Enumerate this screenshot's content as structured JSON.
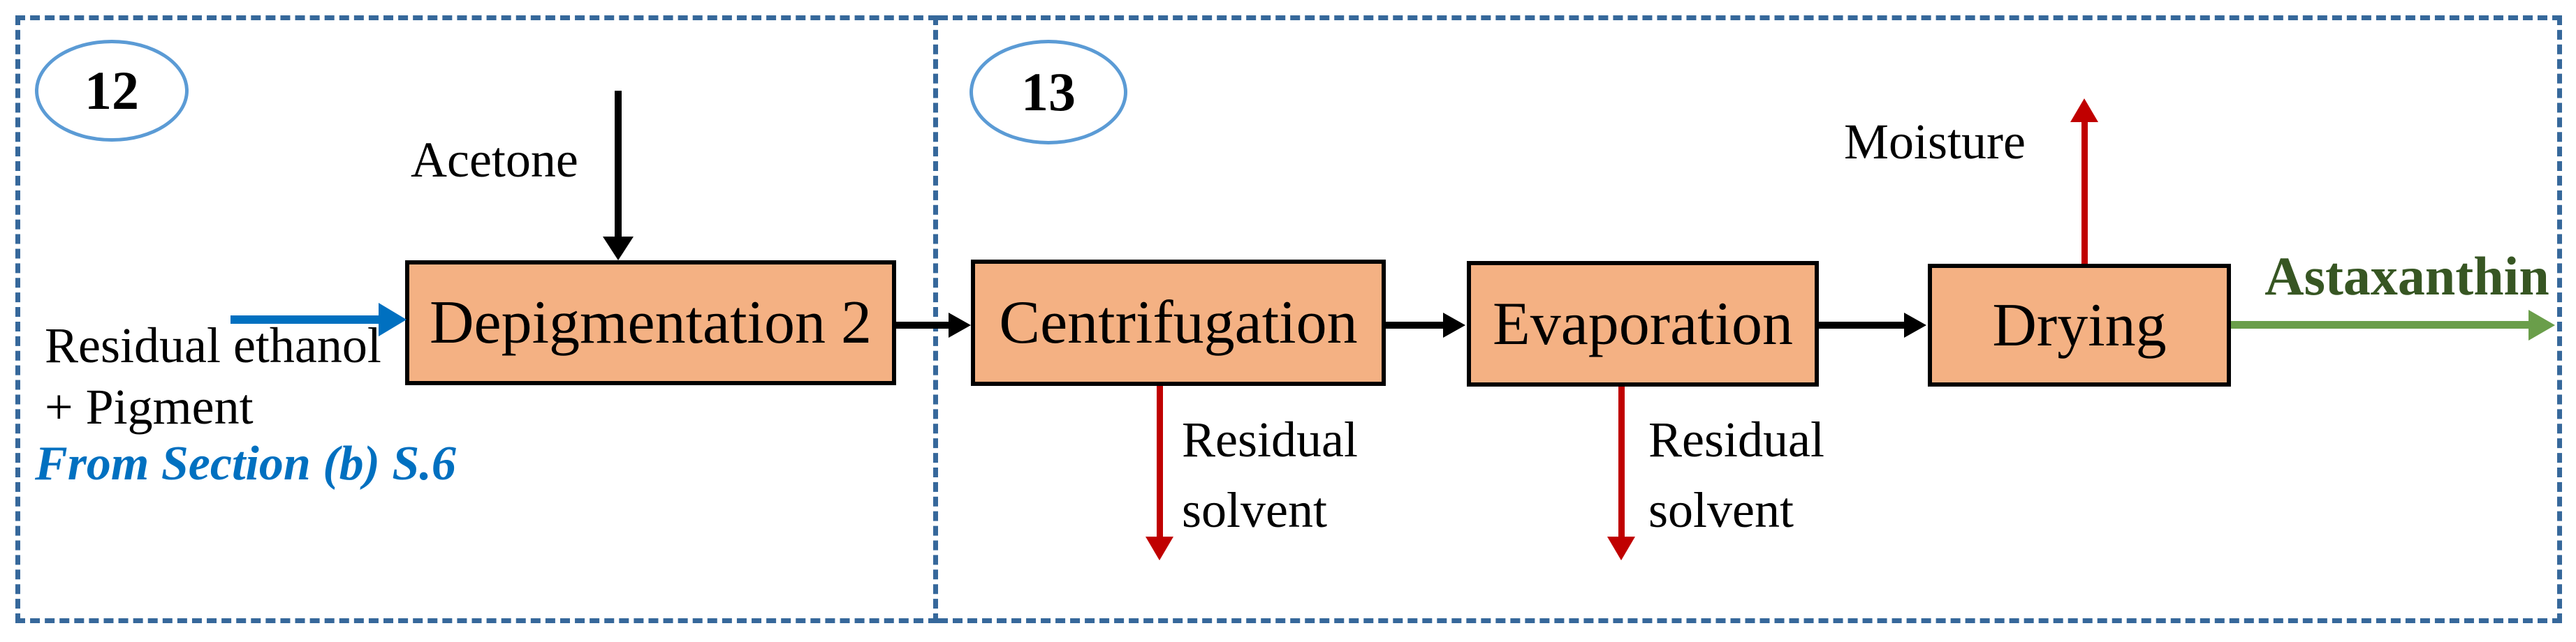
{
  "sections": [
    {
      "number": "12"
    },
    {
      "number": "13"
    }
  ],
  "process_boxes": {
    "depigmentation": {
      "label": "Depigmentation 2"
    },
    "centrifugation": {
      "label": "Centrifugation"
    },
    "evaporation": {
      "label": "Evaporation"
    },
    "drying": {
      "label": "Drying"
    }
  },
  "stream_labels": {
    "acetone": "Acetone",
    "feed_line1": "Residual ethanol",
    "feed_line2": "+ Pigment",
    "feed_source": "From Section (b) S.6",
    "residual_solvent_line1": "Residual",
    "residual_solvent_line2": "solvent",
    "moisture": "Moisture",
    "product": "Astaxanthin"
  },
  "colors": {
    "box_fill": "#F4B183",
    "box_border": "#000000",
    "section_border_dashed": "#36689B",
    "badge_border": "#5B9BD5",
    "feed_arrow_blue": "#0070C0",
    "feed_source_text_blue": "#0070C0",
    "waste_arrow_red": "#C00000",
    "product_arrow_green": "#6A9E4A",
    "product_text_green": "#375623",
    "flow_arrow_black": "#000000"
  }
}
